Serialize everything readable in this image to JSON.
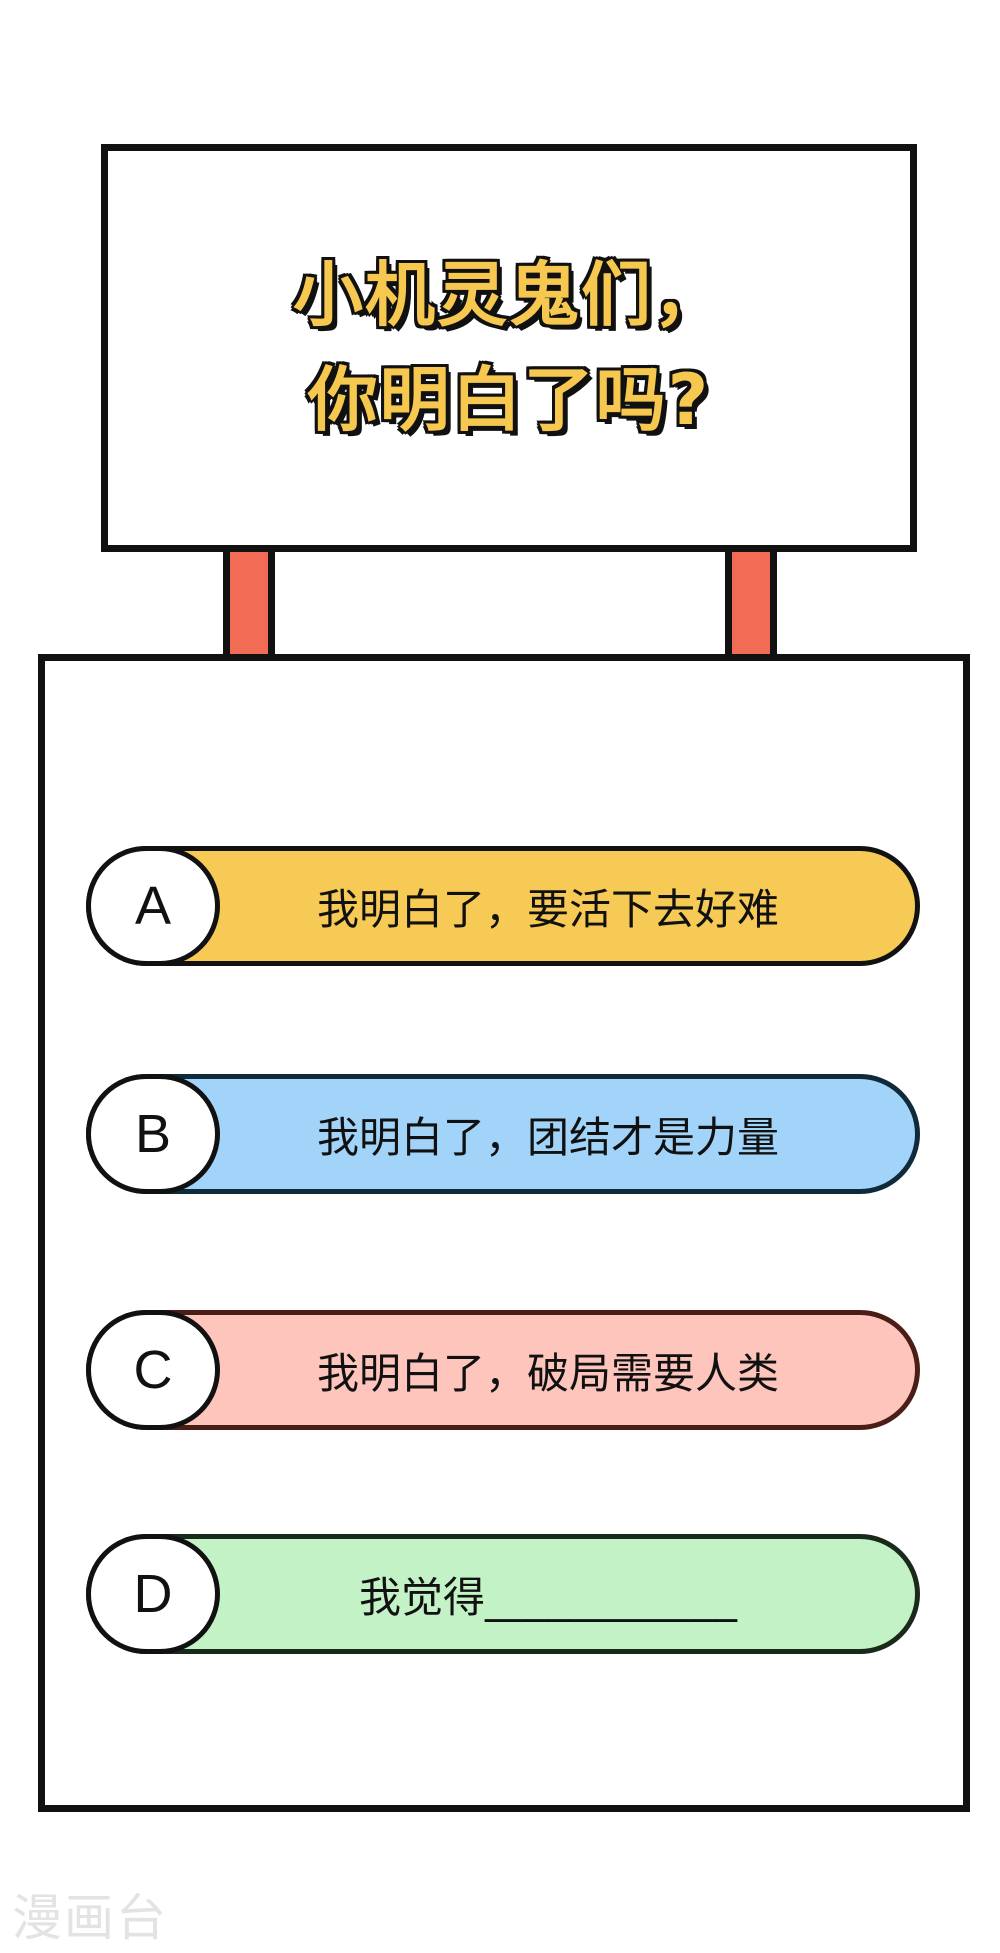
{
  "sign": {
    "line1": "小机灵鬼们，",
    "line2": "你明白了吗?"
  },
  "options": [
    {
      "letter": "A",
      "text": "我明白了，要活下去好难",
      "color": "#F7CA55"
    },
    {
      "letter": "B",
      "text": "我明白了，团结才是力量",
      "color": "#A2D4FA"
    },
    {
      "letter": "C",
      "text": "我明白了，破局需要人类",
      "color": "#FEC5BD"
    },
    {
      "letter": "D",
      "text": "我觉得____________",
      "color": "#C3F2C7"
    }
  ],
  "colors": {
    "title_fill": "#F7C84F",
    "post": "#F26B55",
    "outline": "#111111"
  },
  "watermark": "漫画台"
}
